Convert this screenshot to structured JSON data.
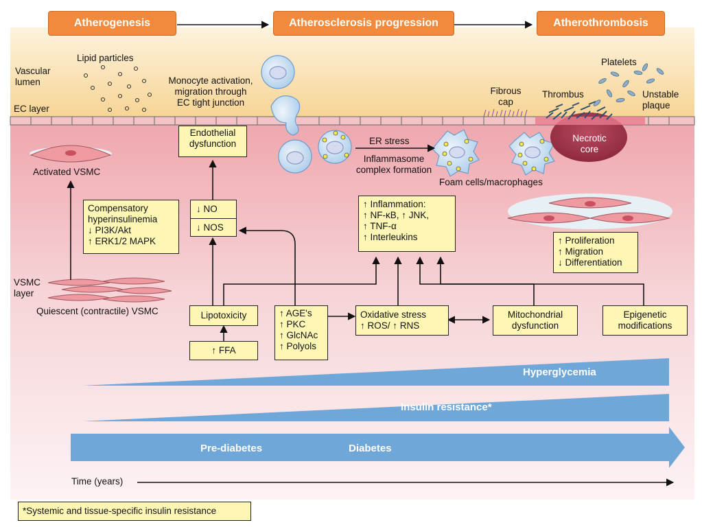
{
  "stages": [
    "Atherogenesis",
    "Atherosclerosis progression",
    "Atherothrombosis"
  ],
  "vessel": {
    "vascular_lumen": [
      "Vascular",
      "lumen"
    ],
    "ec_layer": "EC layer",
    "lipid_particles": "Lipid particles",
    "monocyte": [
      "Monocyte activation,",
      "migration through",
      "EC tight junction"
    ],
    "fibrous_cap": [
      "Fibrous",
      "cap"
    ],
    "thrombus": "Thrombus",
    "platelets": "Platelets",
    "unstable_plaque": [
      "Unstable",
      "plaque"
    ],
    "necrotic_core": [
      "Necrotic",
      "core"
    ],
    "er_stress": "ER stress",
    "inflammasome": [
      "Inflammasome",
      "complex formation"
    ],
    "foam_cells": "Foam cells/macrophages",
    "activated_vsmc": "Activated VSMC",
    "vsmc_layer": [
      "VSMC",
      "layer"
    ],
    "quiescent_vsmc": "Quiescent (contractile) VSMC"
  },
  "boxes": {
    "endothelial": [
      "Endothelial",
      "dysfunction"
    ],
    "compensatory": [
      "Compensatory",
      "hyperinsulinemia",
      "↓ PI3K/Akt",
      "↑ ERK1/2 MAPK"
    ],
    "no": [
      "↓ NO",
      "↓ NOS"
    ],
    "inflammation": [
      "↑ Inflammation:",
      "↑ NF-κB, ↑ JNK,",
      "↑ TNF-α",
      "↑ Interleukins"
    ],
    "proliferation": [
      "↑ Proliferation",
      "↑ Migration",
      "↓ Differentiation"
    ],
    "lipotoxicity": "Lipotoxicity",
    "ffa": "↑ FFA",
    "age": [
      "↑ AGE's",
      "↑ PKC",
      "↑ GlcNAc",
      "↑ Polyols"
    ],
    "oxidative": [
      "Oxidative stress",
      "↑ ROS/ ↑ RNS"
    ],
    "mitochondrial": [
      "Mitochondrial",
      "dysfunction"
    ],
    "epigenetic": [
      "Epigenetic",
      "modifications"
    ]
  },
  "bars": {
    "hyperglycemia": "Hyperglycemia",
    "insulin_resistance": "Insulin resistance*",
    "prediabetes": "Pre-diabetes",
    "diabetes": "Diabetes"
  },
  "time_label": "Time (years)",
  "footnote": "*Systemic and tissue-specific insulin resistance",
  "colors": {
    "stage": "#f18a3c",
    "box": "#fdf6b5",
    "bar": "#6fa8d8",
    "lumen": "#f8d9a0",
    "tissue": "#f2b9bd"
  }
}
